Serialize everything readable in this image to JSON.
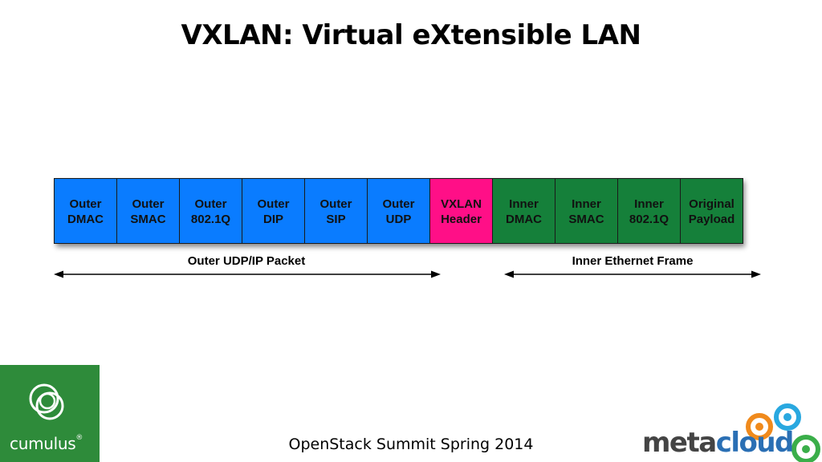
{
  "slide": {
    "title": "VXLAN: Virtual eXtensible LAN",
    "footer": "OpenStack Summit Spring 2014"
  },
  "colors": {
    "outer": "#0a7cff",
    "vxlan": "#ff0f87",
    "inner": "#15803a",
    "cumulus_green": "#2e8b3a"
  },
  "packet": {
    "fields": [
      {
        "line1": "Outer",
        "line2": "DMAC",
        "group": "outer"
      },
      {
        "line1": "Outer",
        "line2": "SMAC",
        "group": "outer"
      },
      {
        "line1": "Outer",
        "line2": "802.1Q",
        "group": "outer"
      },
      {
        "line1": "Outer",
        "line2": "DIP",
        "group": "outer"
      },
      {
        "line1": "Outer",
        "line2": "SIP",
        "group": "outer"
      },
      {
        "line1": "Outer",
        "line2": "UDP",
        "group": "outer"
      },
      {
        "line1": "VXLAN",
        "line2": "Header",
        "group": "vxlan"
      },
      {
        "line1": "Inner",
        "line2": "DMAC",
        "group": "inner"
      },
      {
        "line1": "Inner",
        "line2": "SMAC",
        "group": "inner"
      },
      {
        "line1": "Inner",
        "line2": "802.1Q",
        "group": "inner"
      },
      {
        "line1": "Original",
        "line2": "Payload",
        "group": "inner"
      }
    ],
    "outer_label": "Outer UDP/IP Packet",
    "inner_label": "Inner Ethernet Frame"
  },
  "logos": {
    "cumulus": "cumulus",
    "cumulus_mark": "®",
    "metacloud_a": "meta",
    "metacloud_b": "cloud"
  }
}
